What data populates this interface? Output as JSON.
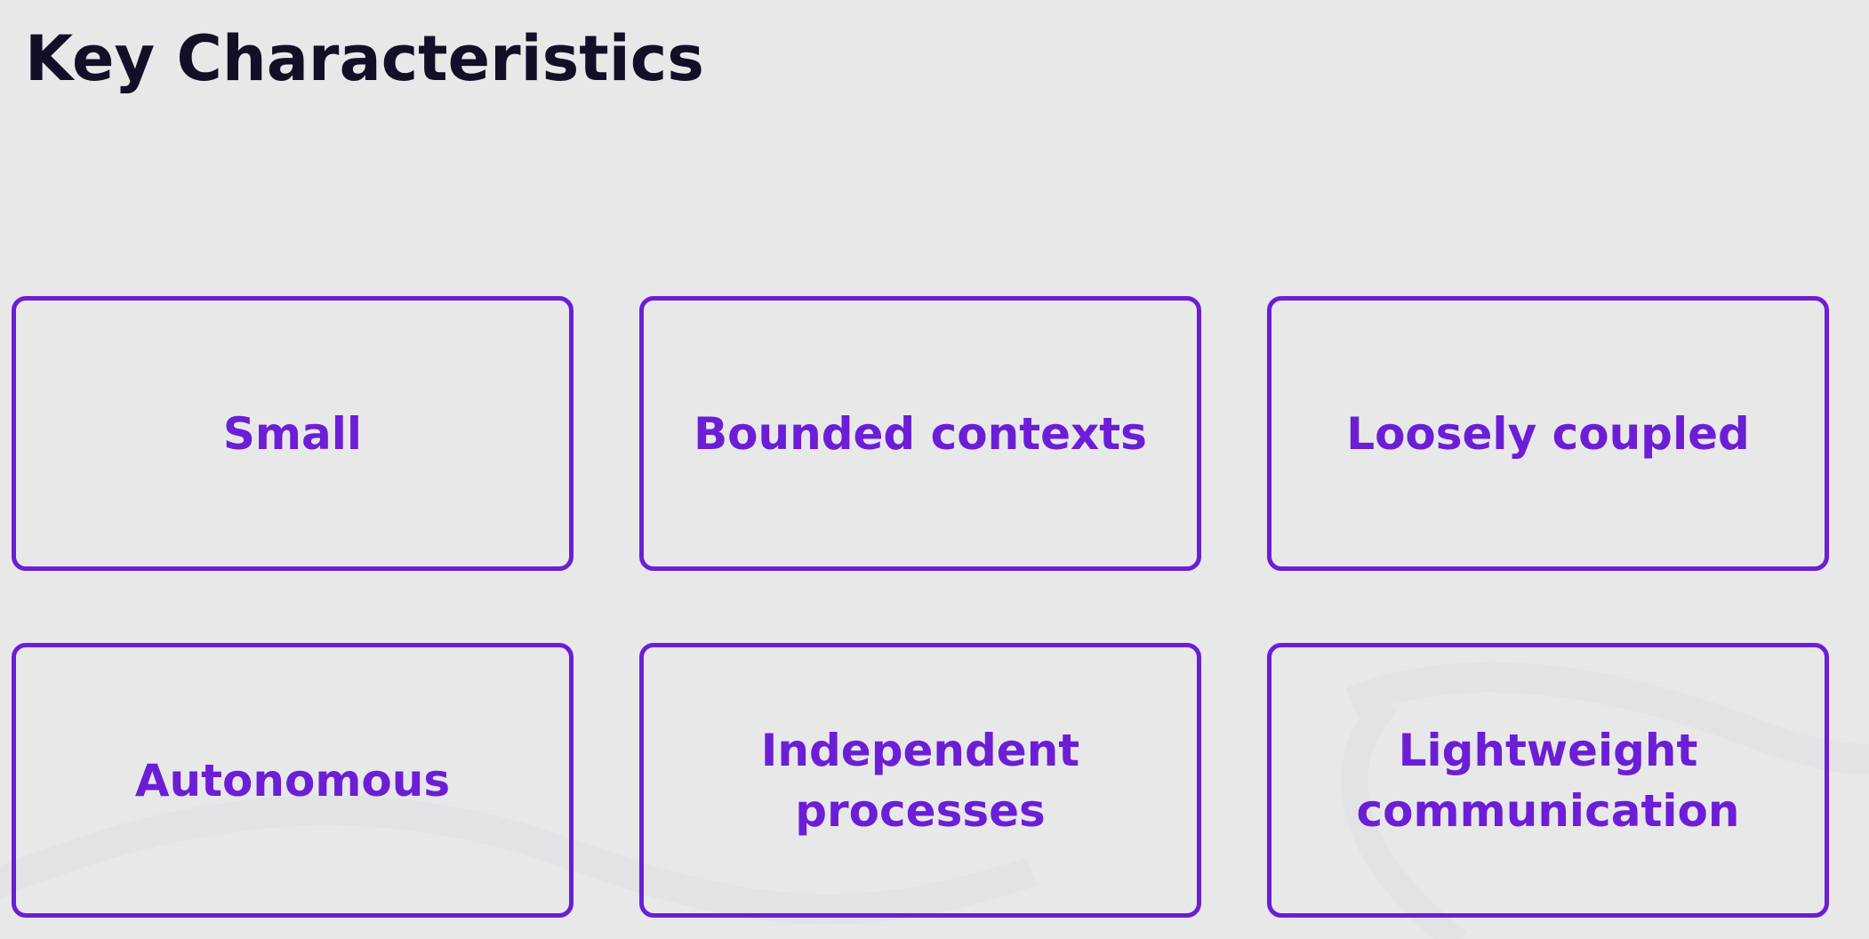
{
  "slide": {
    "title": "Key Characteristics"
  },
  "cards": [
    {
      "label": "Small"
    },
    {
      "label": "Bounded contexts"
    },
    {
      "label": "Loosely coupled"
    },
    {
      "label": "Autonomous"
    },
    {
      "label": "Independent\nprocesses"
    },
    {
      "label": "Lightweight\ncommunication"
    }
  ],
  "colors": {
    "background": "#e9e8e9",
    "title": "#130f26",
    "accent": "#6b1ed6"
  }
}
